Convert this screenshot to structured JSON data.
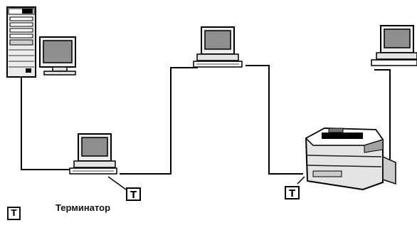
{
  "legend": {
    "terminator_icon_letter": "T",
    "terminator_label": "Терминатор"
  },
  "terminators": [
    {
      "letter": "T"
    },
    {
      "letter": "T"
    }
  ],
  "icons": {
    "server": "server-tower-icon",
    "workstation": "workstation-computer-icon",
    "printer": "network-printer-icon",
    "terminator": "terminator-icon"
  }
}
